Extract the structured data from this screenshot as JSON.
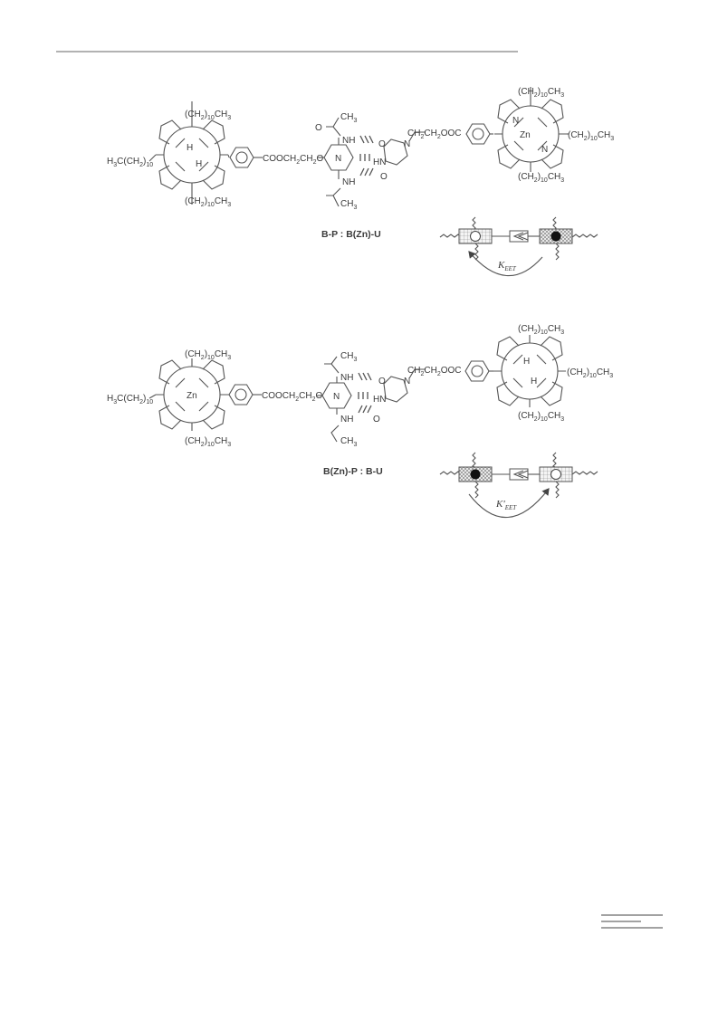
{
  "top_scheme": {
    "left": {
      "metal": "",
      "h_upper": "H",
      "h_lower": "H",
      "chain_top_pre": "(CH",
      "chain_top_sub1": "2",
      "chain_top_mid": ")",
      "chain_top_sub2": "10",
      "chain_top_post": "CH",
      "chain_top_sub3": "3",
      "chain_left_pre": "H",
      "chain_left_sub1": "3",
      "chain_left_mid": "C(CH",
      "chain_left_sub2": "2",
      "chain_left_mid2": ")",
      "chain_left_sub3": "10",
      "linker_pre": "COOCH",
      "linker_sub1": "2",
      "linker_mid": "CH",
      "linker_sub2": "2",
      "linker_post": "O"
    },
    "center": {
      "acetyl_ch3": "CH",
      "acetyl_sub": "3",
      "o": "O",
      "nh": "NH",
      "n": "N",
      "hn": "HN",
      "linker_right": "CH",
      "linker_right_sub1": "2",
      "linker_right_mid": "CH",
      "linker_right_sub2": "2",
      "linker_right_post": "OOC"
    },
    "right": {
      "metal": "Zn",
      "n": "N"
    },
    "caption": "B-P : B(Zn)-U",
    "transfer_label": "K",
    "transfer_sub": "EET"
  },
  "bottom_scheme": {
    "left": {
      "metal": "Zn"
    },
    "right": {
      "metal": "",
      "h_upper": "H",
      "h_lower": "H"
    },
    "caption": "B(Zn)-P : B-U",
    "transfer_label": "K'",
    "transfer_sub": "EET"
  }
}
